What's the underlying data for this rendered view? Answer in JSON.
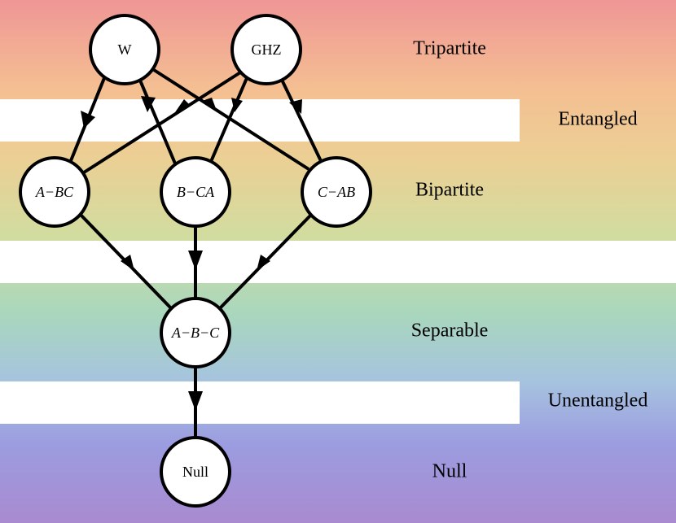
{
  "levels": {
    "tripartite": "Tripartite",
    "entangled": "Entangled",
    "bipartite": "Bipartite",
    "separable": "Separable",
    "unentangled": "Unentangled",
    "null": "Null"
  },
  "nodes": {
    "w": "W",
    "ghz": "GHZ",
    "a_bc": "A−BC",
    "b_ca": "B−CA",
    "c_ab": "C−AB",
    "a_b_c": "A−B−C",
    "null": "Null"
  }
}
